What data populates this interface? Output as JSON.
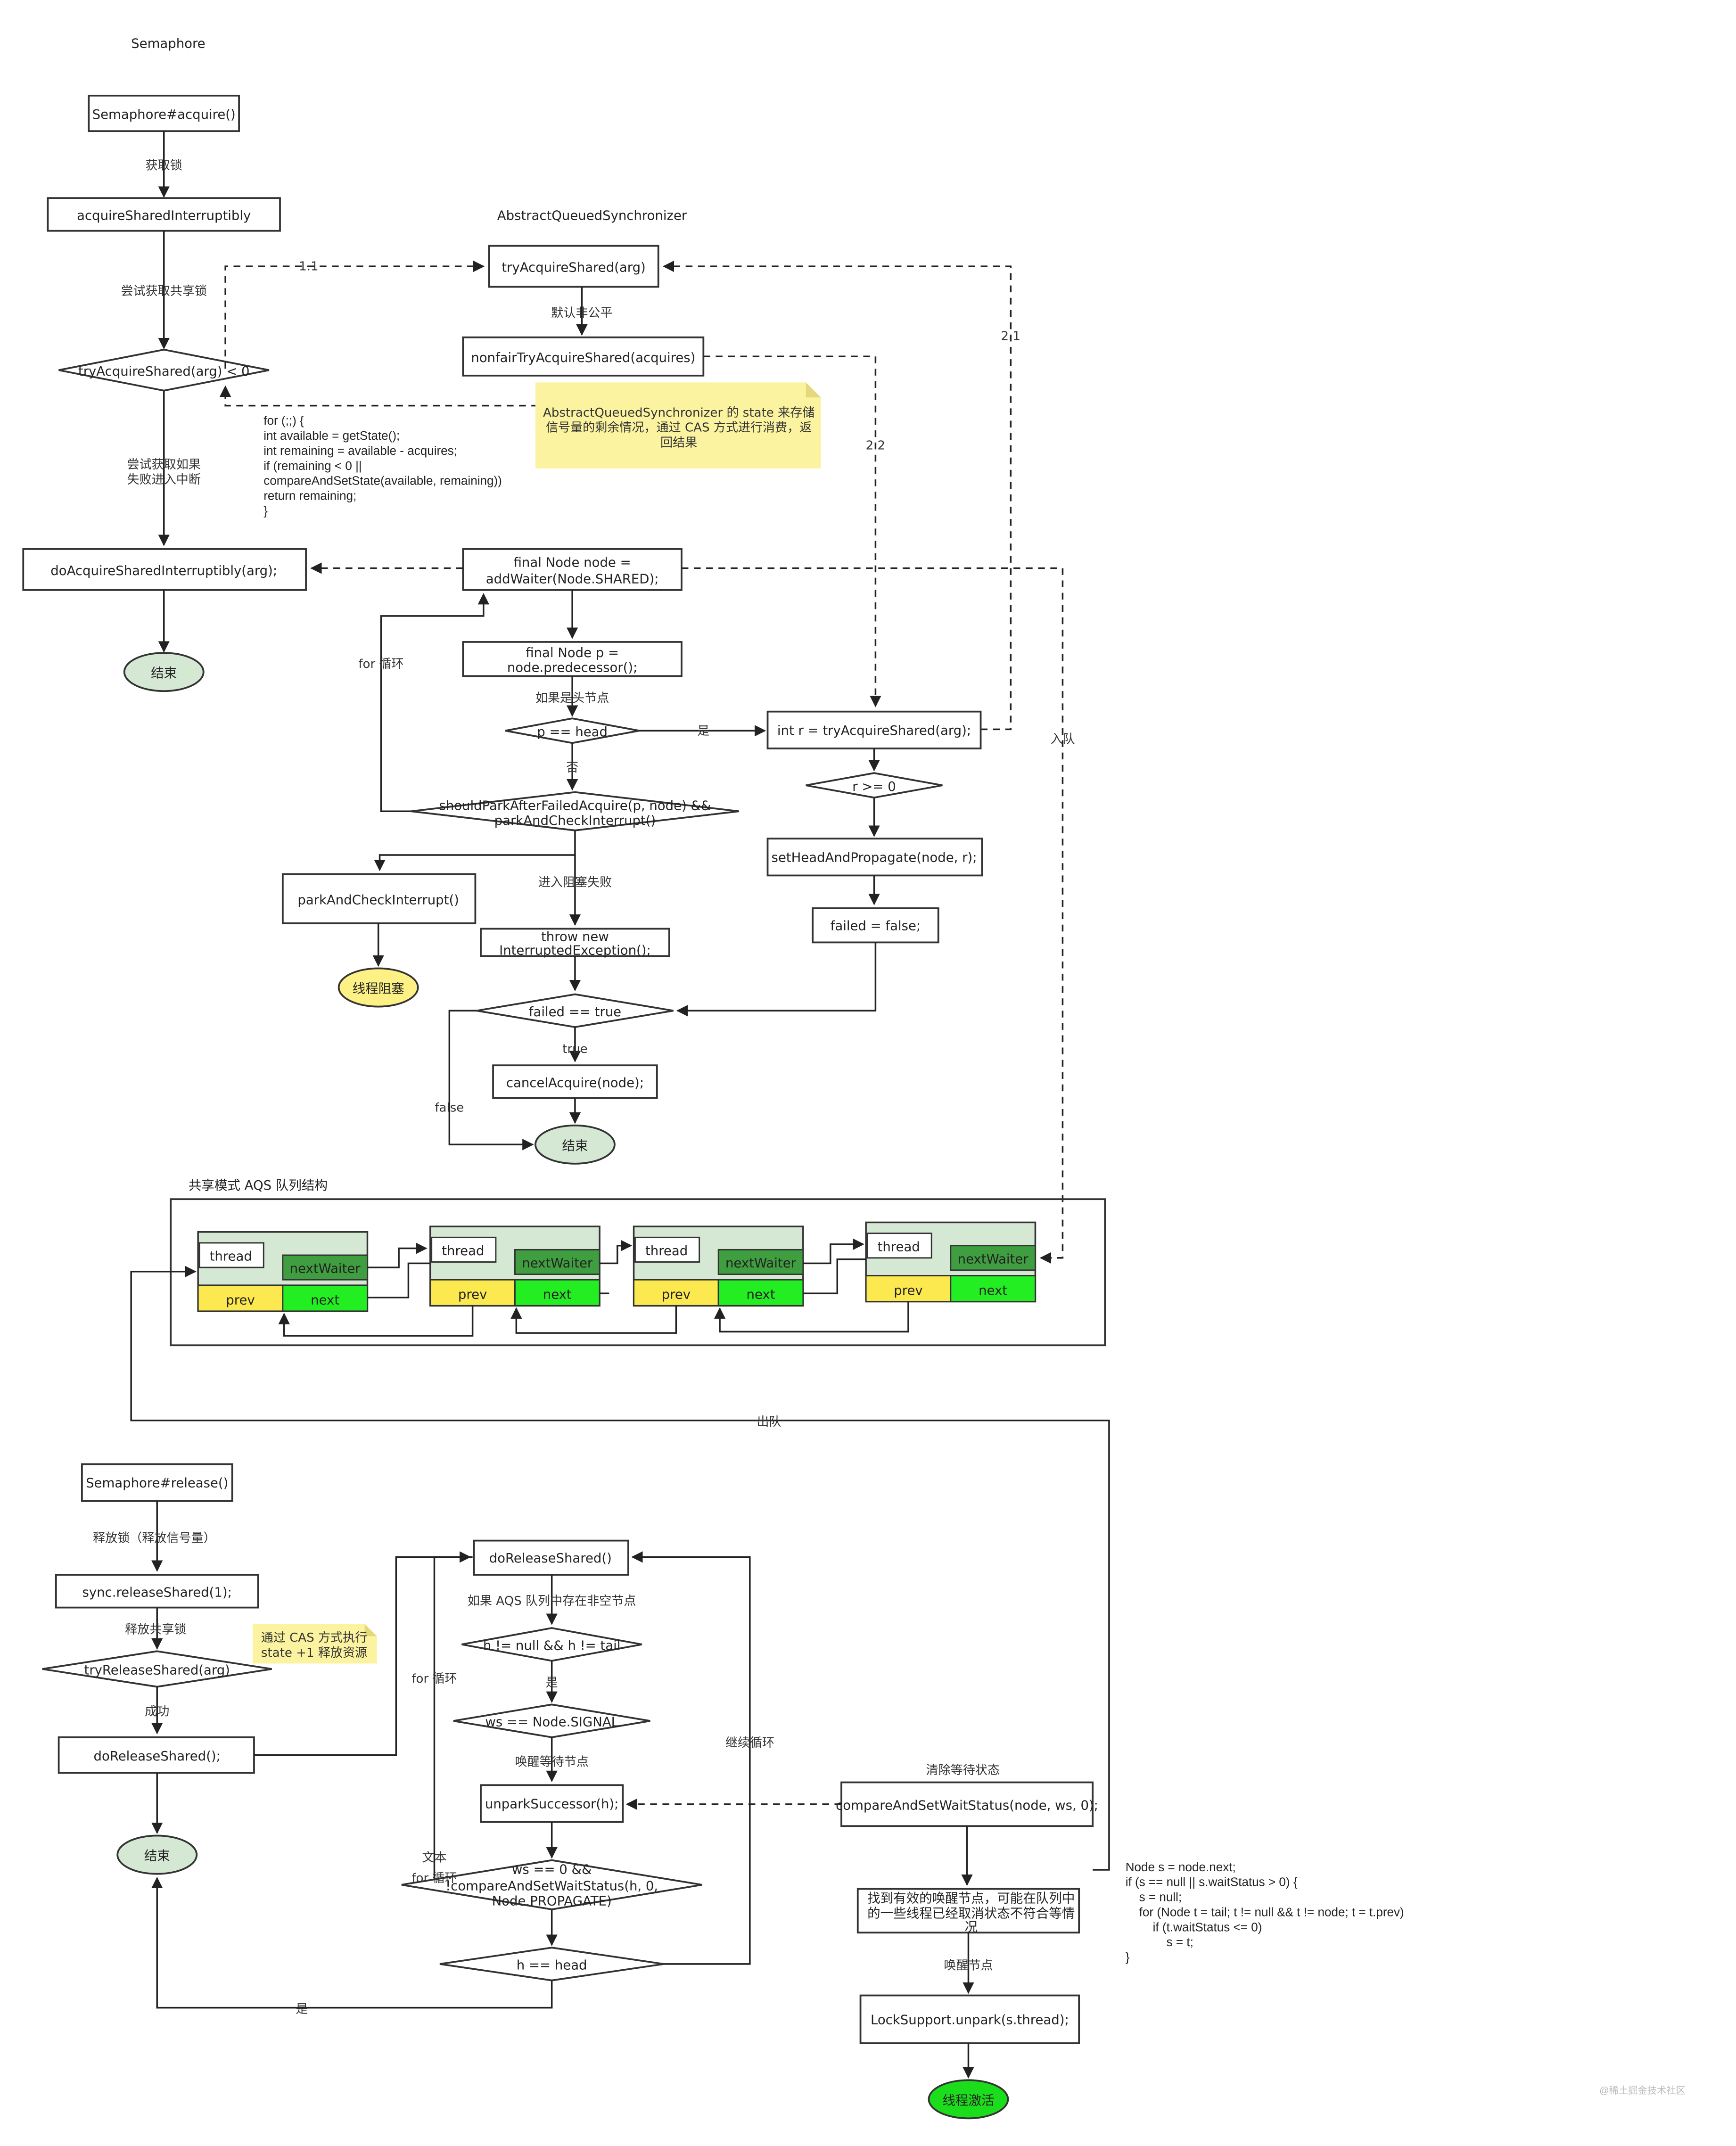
{
  "titles": {
    "semaphore": "Semaphore",
    "aqs": "AbstractQueuedSynchronizer",
    "queue": "共享模式 AQS 队列结构"
  },
  "nodes": {
    "acquire": "Semaphore#acquire()",
    "acquireShared": "acquireSharedInterruptibly",
    "tryAcquireSharedCheck": "tryAcquireShared(arg) < 0",
    "doAcquire": "doAcquireSharedInterruptibly(arg);",
    "end1": "结束",
    "tryAcquireShared": "tryAcquireShared(arg)",
    "nonfair": "nonfairTryAcquireShared(acquires)",
    "addWaiter1": "final Node node =",
    "addWaiter2": "addWaiter(Node.SHARED);",
    "pred1": "final Node p =",
    "pred2": "node.predecessor();",
    "isHead": "p == head",
    "shouldPark1": "shouldParkAfterFailedAcquire(p, node) &&",
    "shouldPark2": "parkAndCheckInterrupt()",
    "parkCheck": "parkAndCheckInterrupt()",
    "blocked": "线程阻塞",
    "throw1": "throw new",
    "throw2": "InterruptedException();",
    "failed": "failed == true",
    "cancel": "cancelAcquire(node);",
    "end2": "结束",
    "intR": "int r = tryAcquireShared(arg);",
    "rge": "r >= 0",
    "setHead": "setHeadAndPropagate(node, r);",
    "failedFalse": "failed = false;",
    "release": "Semaphore#release()",
    "releaseShared": "sync.releaseShared(1);",
    "tryRelease": "tryReleaseShared(arg)",
    "doReleaseCall": "doReleaseShared();",
    "end3": "结束",
    "doRelease": "doReleaseShared()",
    "hNotNull": "h != null && h != tail",
    "wsSignal": "ws == Node.SIGNAL",
    "unpark": "unparkSuccessor(h);",
    "ws0a": "ws == 0 &&",
    "ws0b": "!compareAndSetWaitStatus(h, 0,",
    "ws0c": "Node.PROPAGATE)",
    "hHead": "h == head",
    "casWait": "compareAndSetWaitStatus(node, ws, 0);",
    "findA": "找到有效的唤醒节点，可能在队列中",
    "findB": "的一些线程已经取消状态不符合等情",
    "findC": "况",
    "lockSupport": "LockSupport.unpark(s.thread);",
    "activated": "线程激活"
  },
  "edge_labels": {
    "getLock": "获取锁",
    "tryGet": "尝试获取共享锁",
    "failInt1": "尝试获取如果",
    "failInt2": "失败进入中断",
    "l11": "1.1",
    "l21": "2.1",
    "l22": "2.2",
    "defaultNonfair": "默认非公平",
    "forLoop": "for 循环",
    "ifHead": "如果是头节点",
    "yes": "是",
    "no": "否",
    "enterBlockFail": "进入阻塞失败",
    "true": "true",
    "false": "false",
    "enqueue": "入队",
    "dequeue": "出队",
    "releaseLock": "释放锁（释放信号量）",
    "releaseShare": "释放共享锁",
    "success": "成功",
    "ifAqs": "如果 AQS 队列中存在非空节点",
    "yes2": "是",
    "wakeWait": "唤醒等待节点",
    "forLoop2": "for 循环",
    "text": "文本",
    "forLoop3": "for 循环",
    "continueLoop": "继续循环",
    "yes3": "是",
    "clearWait": "清除等待状态",
    "wakeNode": "唤醒节点"
  },
  "notes": {
    "aqsNote": [
      "AbstractQueuedSynchronizer 的 state 来存储",
      "信号量的剩余情况，通过 CAS 方式进行消费，返",
      "回结果"
    ],
    "casNote": [
      "通过 CAS 方式执行",
      "state +1 释放资源"
    ]
  },
  "code": {
    "nonfairBody": [
      "for (;;) {",
      "int available = getState();",
      "int remaining = available - acquires;",
      "if (remaining < 0 ||",
      "compareAndSetState(available, remaining))",
      "return remaining;",
      "}"
    ],
    "unparkBody": [
      "Node s = node.next;",
      "if (s == null || s.waitStatus > 0) {",
      "    s = null;",
      "    for (Node t = tail; t != null && t != node; t = t.prev)",
      "        if (t.waitStatus <= 0)",
      "            s = t;",
      "}"
    ]
  },
  "queue_nodes": [
    {
      "thread": "thread",
      "nextWaiter": "nextWaiter",
      "prev": "prev",
      "next": "next"
    },
    {
      "thread": "thread",
      "nextWaiter": "nextWaiter",
      "prev": "prev",
      "next": "next"
    },
    {
      "thread": "thread",
      "nextWaiter": "nextWaiter",
      "prev": "prev",
      "next": "next"
    },
    {
      "thread": "thread",
      "nextWaiter": "nextWaiter",
      "prev": "prev",
      "next": "next"
    }
  ],
  "watermark": "@稀土掘金技术社区",
  "colors": {
    "note": "#fbf3a0",
    "endGreen": "#d5e8d4",
    "blockedYellow": "#fdf186",
    "activeGreen": "#1cdd1c",
    "nodeBg": "#d5e8d4",
    "nextWaiter": "#3f9e3f",
    "prev": "#fce94f",
    "next": "#22ee22"
  }
}
